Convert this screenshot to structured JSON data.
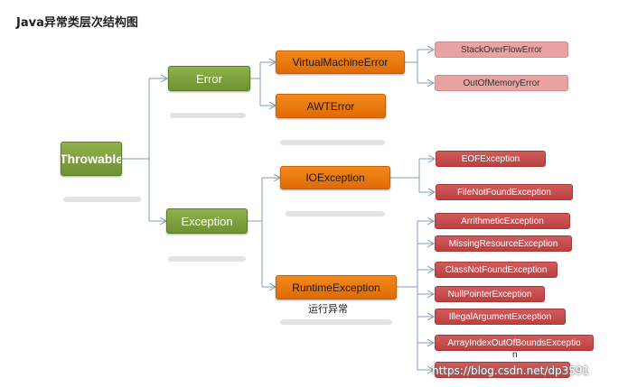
{
  "title": "Java异常类层次结构图",
  "nodes": {
    "throwable": "Throwable",
    "error": "Error",
    "exception": "Exception",
    "virtual_machine_error": "VirtualMachineError",
    "awt_error": "AWTError",
    "stack_overflow_error": "StackOverFlowError",
    "out_of_memory_error": "OutOfMemoryError",
    "io_exception": "IOException",
    "runtime_exception": "RuntimeException",
    "eof_exception": "EOFException",
    "file_not_found_exception": "FileNotFoundException",
    "arithmetic_exception": "ArrithmeticException",
    "missing_resource_exception": "MissingResourceException",
    "class_not_found_exception": "ClassNotFoundException",
    "null_pointer_exception": "NullPointerException",
    "illegal_argument_exception": "IllegalArgumentException",
    "array_index_out_of_bounds": "ArrayIndexOutOfBoundsExceptio",
    "array_index_wrap": "n"
  },
  "runtime_note": "运行异常",
  "watermark": "https://blog.csdn.net/dp3591",
  "colors": {
    "root_and_level1": "#7ea13f",
    "level2": "#ec7a0f",
    "error_leaf": "#e9a3a3",
    "exception_leaf": "#c44c4c",
    "connector": "#7f9fb8"
  }
}
